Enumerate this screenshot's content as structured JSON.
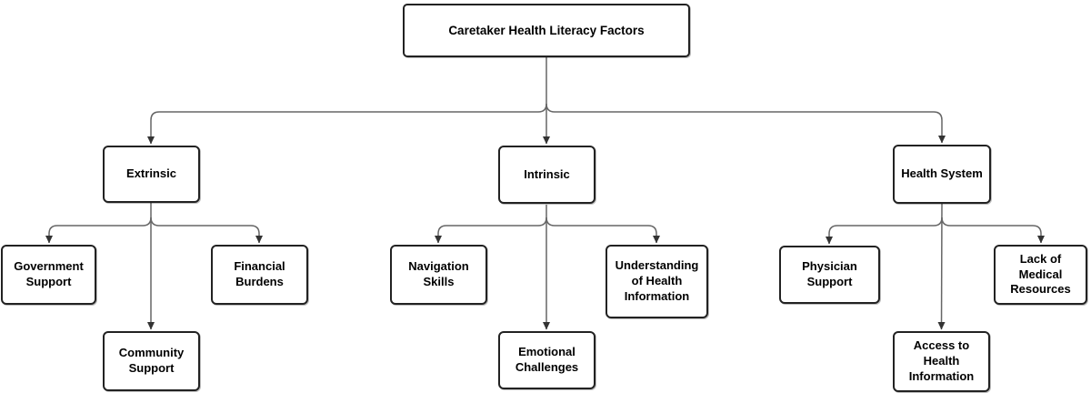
{
  "diagram": {
    "title": "Caretaker Health Literacy Factors",
    "root": {
      "id": "root",
      "label": "Caretaker Health Literacy Factors"
    },
    "branches": [
      {
        "id": "extrinsic",
        "label": "Extrinsic",
        "children": [
          {
            "id": "government-support",
            "label": "Government\nSupport"
          },
          {
            "id": "financial-burdens",
            "label": "Financial\nBurdens"
          },
          {
            "id": "community-support",
            "label": "Community\nSupport"
          }
        ]
      },
      {
        "id": "intrinsic",
        "label": "Intrinsic",
        "children": [
          {
            "id": "navigation-skills",
            "label": "Navigation\nSkills"
          },
          {
            "id": "understanding-of-health-information",
            "label": "Understanding\nof Health\nInformation"
          },
          {
            "id": "emotional-challenges",
            "label": "Emotional\nChallenges"
          }
        ]
      },
      {
        "id": "health-system",
        "label": "Health System",
        "children": [
          {
            "id": "physician-support",
            "label": "Physician\nSupport"
          },
          {
            "id": "lack-of-medical-resources",
            "label": "Lack of\nMedical\nResources"
          },
          {
            "id": "access-to-health-information",
            "label": "Access to\nHealth\nInformation"
          }
        ]
      }
    ],
    "colors": {
      "background": "#ffffff",
      "node_fill": "#ffffff",
      "node_border": "#222222",
      "node_text": "#000000",
      "connector": "#666666",
      "arrowhead": "#333333"
    }
  }
}
